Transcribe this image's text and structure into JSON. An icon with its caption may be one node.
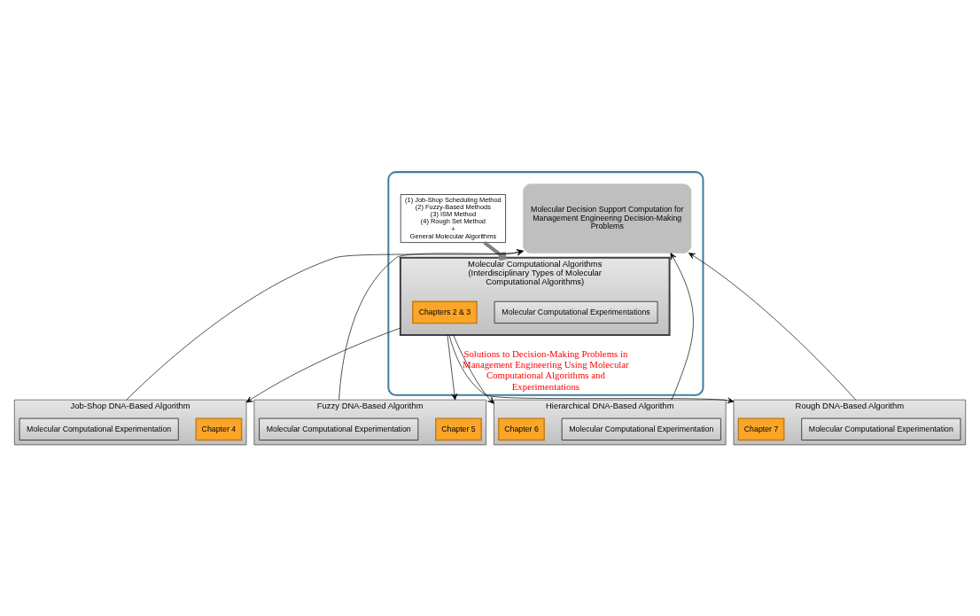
{
  "diagram": {
    "nodes": [
      {
        "text": [
          "Solutions to Decision-Making Problems in Management Engineering Using Molecular Computational Algorithms and Experimentations"
        ]
      },
      {
        "text": [
          "(1) Job-Shop Scheduling Method",
          "(2) Fuzzy-Based Methods",
          "(3) ISM Method",
          "(4) Rough Set Method",
          "+",
          "General Molecular Algorithms"
        ],
        "in": 0
      },
      {
        "text": [
          "Molecular Computational Algorithms (Interdisciplinary Types of Molecular Computational Algorithms)"
        ],
        "in": 0
      },
      {
        "text": [
          "Molecular Computational Experimentations"
        ],
        "in": 2
      },
      {
        "text": [
          "Chapters 2 & 3"
        ],
        "in": 2
      },
      {
        "text": [
          "Molecular Decision Support Computation for Management Engineering Decision-Making Problems"
        ],
        "in": 0
      },
      {
        "text": [
          "Job-Shop DNA-Based Algorithm"
        ]
      },
      {
        "text": [
          "Chapter 4"
        ],
        "in": 6
      },
      {
        "text": [
          "Molecular Computational Experimentation"
        ],
        "in": 6
      },
      {
        "text": [
          "Fuzzy DNA-Based Algorithm"
        ]
      },
      {
        "text": [
          "Chapter 5"
        ],
        "in": 9
      },
      {
        "text": [
          "Molecular Computational Experimentation"
        ],
        "in": 9
      },
      {
        "text": [
          "Hierarchical DNA-Based Algorithm"
        ]
      },
      {
        "text": [
          "Chapter 6"
        ],
        "in": 12
      },
      {
        "text": [
          "Molecular Computational Experimentation"
        ],
        "in": 12
      },
      {
        "text": [
          "Rough DNA-Based Algorithm"
        ]
      },
      {
        "text": [
          "Chapter 7"
        ],
        "in": 15
      },
      {
        "text": [
          "Molecular Computational Experimentation"
        ],
        "in": 15
      }
    ],
    "edges": [
      {
        "from": 1,
        "to": 2,
        "arrow": "to",
        "style": "thick",
        "color": "#808080"
      },
      {
        "from": 2,
        "to": 6,
        "arrow": "to"
      },
      {
        "from": 2,
        "to": 9,
        "arrow": "to"
      },
      {
        "from": 2,
        "to": 12,
        "arrow": "to"
      },
      {
        "from": 2,
        "to": 15,
        "arrow": "to"
      },
      {
        "from": 6,
        "to": 5,
        "arrow": "to"
      },
      {
        "from": 9,
        "to": 5,
        "arrow": "to"
      },
      {
        "from": 12,
        "to": 5,
        "arrow": "to"
      },
      {
        "from": 15,
        "to": 5,
        "arrow": "to"
      }
    ]
  }
}
